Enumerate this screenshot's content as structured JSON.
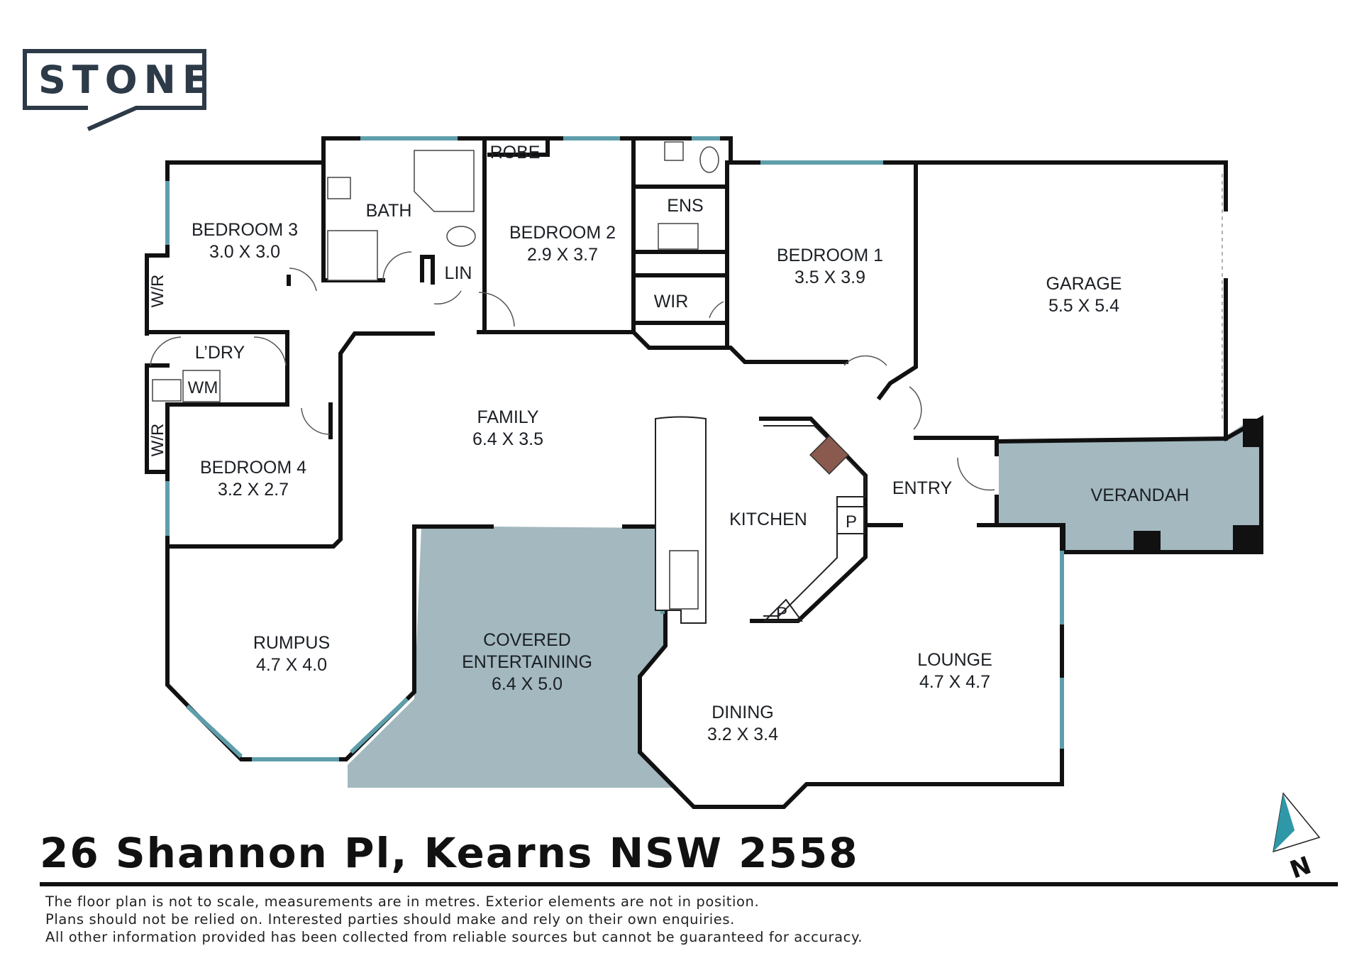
{
  "logo": {
    "text": "STONE",
    "color": "#2d3a48"
  },
  "rooms": {
    "bedroom3": {
      "name": "BEDROOM 3",
      "size": "3.0 X 3.0"
    },
    "bath": {
      "name": "BATH"
    },
    "robe": {
      "name": "ROBE"
    },
    "bedroom2": {
      "name": "BEDROOM 2",
      "size": "2.9 X 3.7"
    },
    "ens": {
      "name": "ENS"
    },
    "bedroom1": {
      "name": "BEDROOM 1",
      "size": "3.5 X 3.9"
    },
    "garage": {
      "name": "GARAGE",
      "size": "5.5 X 5.4"
    },
    "lin": {
      "name": "LIN"
    },
    "wir": {
      "name": "WIR"
    },
    "wr_top": {
      "name": "W/R"
    },
    "wr_bottom": {
      "name": "W/R"
    },
    "laundry": {
      "name": "L’DRY"
    },
    "wm": {
      "name": "WM"
    },
    "family": {
      "name": "FAMILY",
      "size": "6.4 X 3.5"
    },
    "bedroom4": {
      "name": "BEDROOM 4",
      "size": "3.2 X 2.7"
    },
    "kitchen": {
      "name": "KITCHEN"
    },
    "pantry1": {
      "name": "P"
    },
    "pantry2": {
      "name": "P"
    },
    "entry": {
      "name": "ENTRY"
    },
    "verandah": {
      "name": "VERANDAH"
    },
    "rumpus": {
      "name": "RUMPUS",
      "size": "4.7 X 4.0"
    },
    "covered": {
      "name1": "COVERED",
      "name2": "ENTERTAINING",
      "size": "6.4 X 5.0"
    },
    "lounge": {
      "name": "LOUNGE",
      "size": "4.7 X 4.7"
    },
    "dining": {
      "name": "DINING",
      "size": "3.2 X 3.4"
    }
  },
  "compass": {
    "letter": "N"
  },
  "address": "26 Shannon Pl, Kearns NSW 2558",
  "disclaimer": [
    "The floor plan is not to scale, measurements are in metres. Exterior elements are not in position.",
    "Plans should not be relied on. Interested parties should make and rely on their own enquiries.",
    "All other information provided has been collected from reliable sources but cannot be guaranteed for accuracy."
  ],
  "colors": {
    "wall": "#111111",
    "window": "#5e9eab",
    "outdoor_fill": "#a3b8bf",
    "logo": "#2d3a48"
  }
}
